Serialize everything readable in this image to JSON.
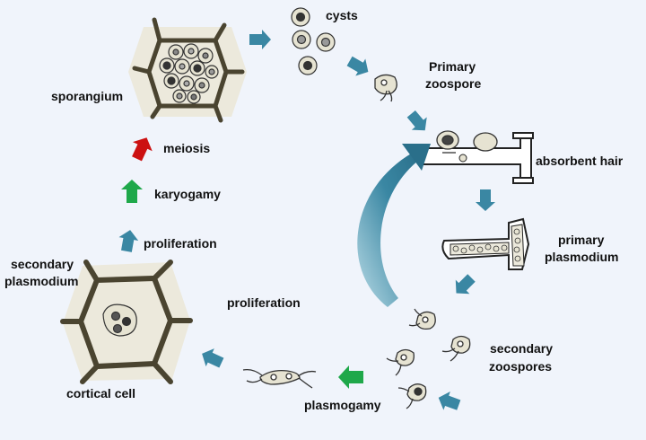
{
  "labels": {
    "cysts": "cysts",
    "primary_zoospore_1": "Primary",
    "primary_zoospore_2": "zoospore",
    "sporangium": "sporangium",
    "meiosis": "meiosis",
    "karyogamy": "karyogamy",
    "proliferation_top": "proliferation",
    "secondary_plasmodium_1": "secondary",
    "secondary_plasmodium_2": "plasmodium",
    "absorbent_hair": "absorbent hair",
    "primary_plasmodium_1": "primary",
    "primary_plasmodium_2": "plasmodium",
    "proliferation_mid": "proliferation",
    "secondary_zoospores_1": "secondary",
    "secondary_zoospores_2": "zoospores",
    "cortical_cell": "cortical cell",
    "plasmogamy": "plasmogamy"
  },
  "colors": {
    "background": "#f0f4fb",
    "arrow_teal": "#3a87a3",
    "arrow_green": "#1fa84a",
    "arrow_red": "#cc1111",
    "cell_wall": "#4a4430",
    "cell_fill": "#ece9dc",
    "spore_fill": "#e6e3d2"
  }
}
